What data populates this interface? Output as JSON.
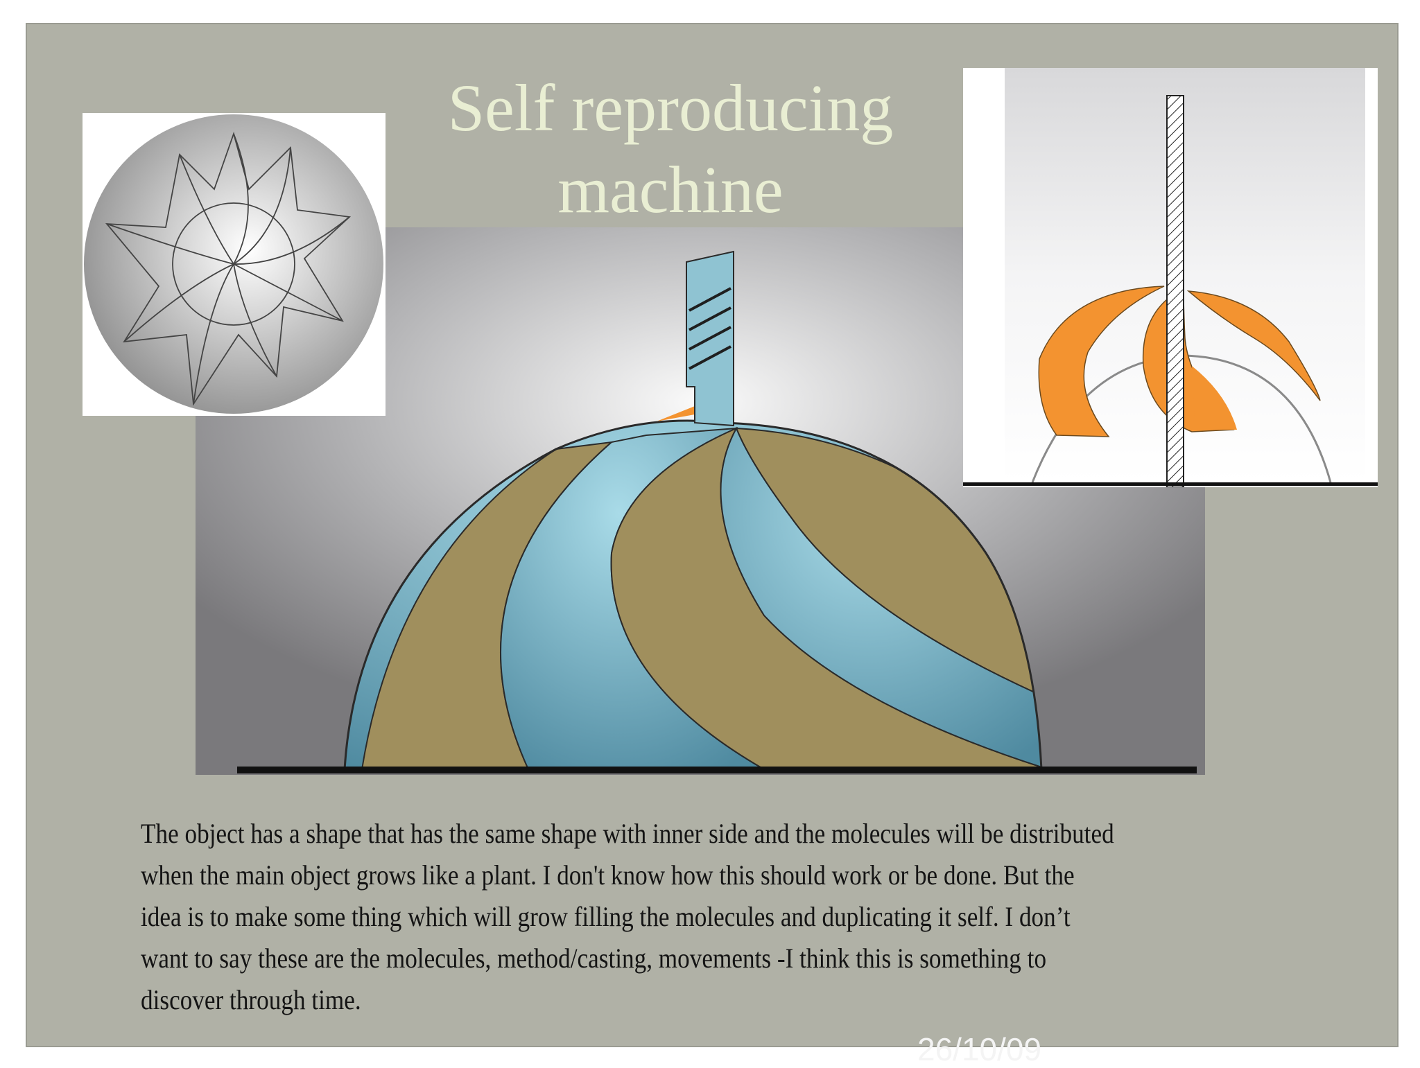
{
  "slide": {
    "title_lines": [
      "Self reproducing",
      "machine"
    ],
    "body_lines": [
      "The object has a shape that has the same shape with inner side and the molecules will be distributed",
      "when the main object grows like a plant. I don't know how this should work or be done. But the",
      "idea is to make some thing which will grow filling the molecules and duplicating it self. I don’t",
      "want to say these are the molecules, method/casting, movements -I think this is something to",
      "discover through time."
    ],
    "date": "26/10/09"
  },
  "colors": {
    "background": "#b0b1a6",
    "title_text": "#e9eed3",
    "blue_segment": "#8fc3d2",
    "olive_segment": "#a08f5d",
    "orange_blade": "#f39330"
  },
  "illustrations": [
    "dome-diagram",
    "star-top-view-diagram",
    "spiral-blade-side-view-diagram"
  ]
}
